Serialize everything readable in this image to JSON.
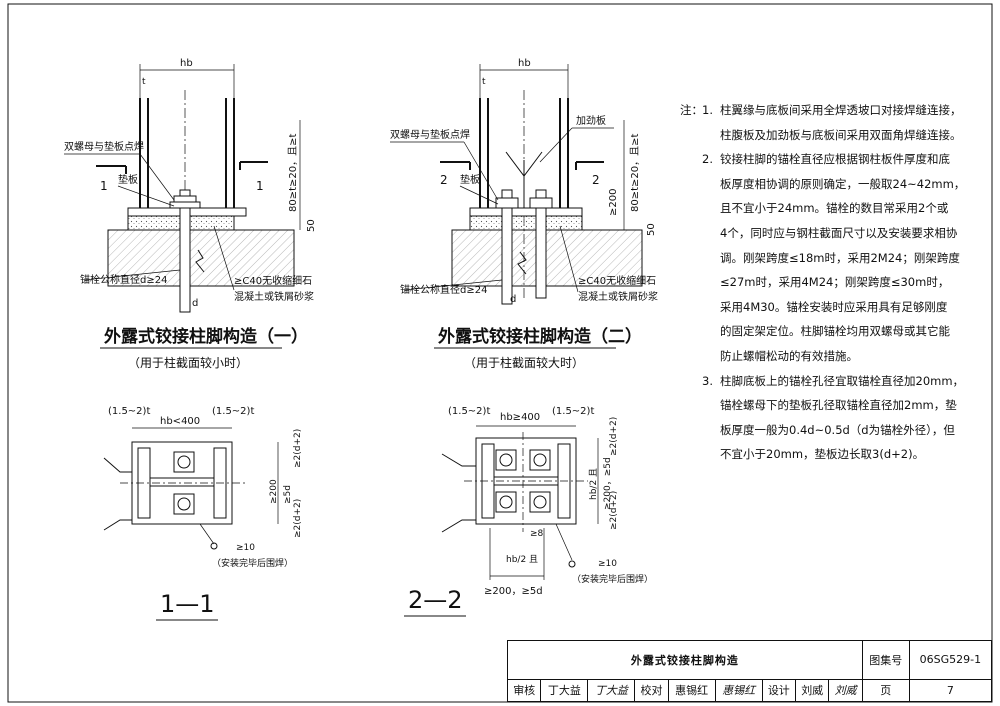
{
  "drawing": {
    "detail1": {
      "title": "外露式铰接柱脚构造（一）",
      "subtitle": "（用于柱截面较小时）",
      "hb": "hb",
      "t": "t",
      "label_double_nut": "双螺母与垫板点焊",
      "label_washer": "垫板",
      "label_anchor": "锚栓公称直径d≥24",
      "label_grout_1": "≥C40无收缩细石",
      "label_grout_2": "混凝土或铁屑砂浆",
      "dim_plate": "80≥t≥20，且≥t",
      "dim_50": "50",
      "d": "d",
      "cut_no": "1"
    },
    "detail2": {
      "title": "外露式铰接柱脚构造（二）",
      "subtitle": "（用于柱截面较大时）",
      "hb": "hb",
      "t": "t",
      "label_double_nut": "双螺母与垫板点焊",
      "label_stiffener": "加劲板",
      "label_washer": "垫板",
      "label_anchor": "锚栓公称直径d≥24",
      "label_grout_1": "≥C40无收缩细石",
      "label_grout_2": "混凝土或铁屑砂浆",
      "dim_plate": "80≥t≥20，且≥t",
      "dim_200": "≥200",
      "dim_50": "50",
      "d": "d",
      "cut_no": "2"
    },
    "section1": {
      "label": "1—1",
      "dim_edge_l": "(1.5~2)t",
      "dim_edge_r": "(1.5~2)t",
      "dim_hb": "hb<400",
      "dim_top": "≥2(d+2)",
      "dim_mid_a": "≥200",
      "dim_mid_b": "≥5d",
      "dim_bot": "≥2(d+2)",
      "dim_weld": "≥10",
      "note_weld": "（安装完毕后围焊）"
    },
    "section2": {
      "label": "2—2",
      "dim_edge_l": "(1.5~2)t",
      "dim_edge_r": "(1.5~2)t",
      "dim_hb": "hb≥400",
      "dim_top": "≥2(d+2)",
      "dim_mid_a": "hb/2 且",
      "dim_mid_b": "≥200，≥5d",
      "dim_bot": "≥2(d+2)",
      "dim_8": "≥8",
      "dim_hb2": "hb/2 且",
      "dim_bottom": "≥200，≥5d",
      "dim_weld": "≥10",
      "note_weld": "（安装完毕后围焊）"
    }
  },
  "notes": {
    "label": "注：",
    "items": [
      {
        "num": "1.",
        "lines": [
          "柱翼缘与底板间采用全焊透坡口对接焊缝连接，",
          "柱腹板及加劲板与底板间采用双面角焊缝连接。"
        ]
      },
      {
        "num": "2.",
        "lines": [
          "铰接柱脚的锚栓直径应根据钢柱板件厚度和底",
          "板厚度相协调的原则确定，一般取24~42mm，",
          "且不宜小于24mm。锚栓的数目常采用2个或",
          "4个，同时应与钢柱截面尺寸以及安装要求相协",
          "调。刚架跨度≤18m时，采用2M24；刚架跨度",
          "≤27m时，采用4M24；刚架跨度≤30m时，",
          "采用4M30。锚栓安装时应采用具有足够刚度",
          "的固定架定位。柱脚锚栓均用双螺母或其它能",
          "防止螺帽松动的有效措施。"
        ]
      },
      {
        "num": "3.",
        "lines": [
          "柱脚底板上的锚栓孔径宜取锚栓直径加20mm，",
          "锚栓螺母下的垫板孔径取锚栓直径加2mm，垫",
          "板厚度一般为0.4d~0.5d（d为锚栓外径），但",
          "不宜小于20mm，垫板边长取3(d+2)。"
        ]
      }
    ]
  },
  "title_block": {
    "title": "外露式铰接柱脚构造",
    "atlas_label": "图集号",
    "atlas_no": "06SG529-1",
    "review_label": "审核",
    "review_name": "丁大益",
    "review_sig": "丁大益",
    "check_label": "校对",
    "check_name": "惠锡红",
    "check_sig": "惠锡红",
    "design_label": "设计",
    "design_name": "刘威",
    "design_sig": "刘威",
    "page_label": "页",
    "page_no": "7"
  }
}
